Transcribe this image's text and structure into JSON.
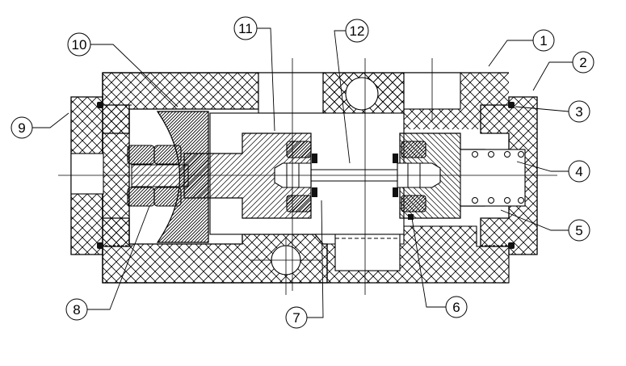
{
  "diagram": {
    "callouts": [
      {
        "id": "c1",
        "label": "1"
      },
      {
        "id": "c2",
        "label": "2"
      },
      {
        "id": "c3",
        "label": "3"
      },
      {
        "id": "c4",
        "label": "4"
      },
      {
        "id": "c5",
        "label": "5"
      },
      {
        "id": "c6",
        "label": "6"
      },
      {
        "id": "c7",
        "label": "7"
      },
      {
        "id": "c8",
        "label": "8"
      },
      {
        "id": "c9",
        "label": "9"
      },
      {
        "id": "c10",
        "label": "10"
      },
      {
        "id": "c11",
        "label": "11"
      },
      {
        "id": "c12",
        "label": "12"
      }
    ],
    "colors": {
      "line": "#000000",
      "background": "#ffffff",
      "seal": "#111111"
    }
  }
}
